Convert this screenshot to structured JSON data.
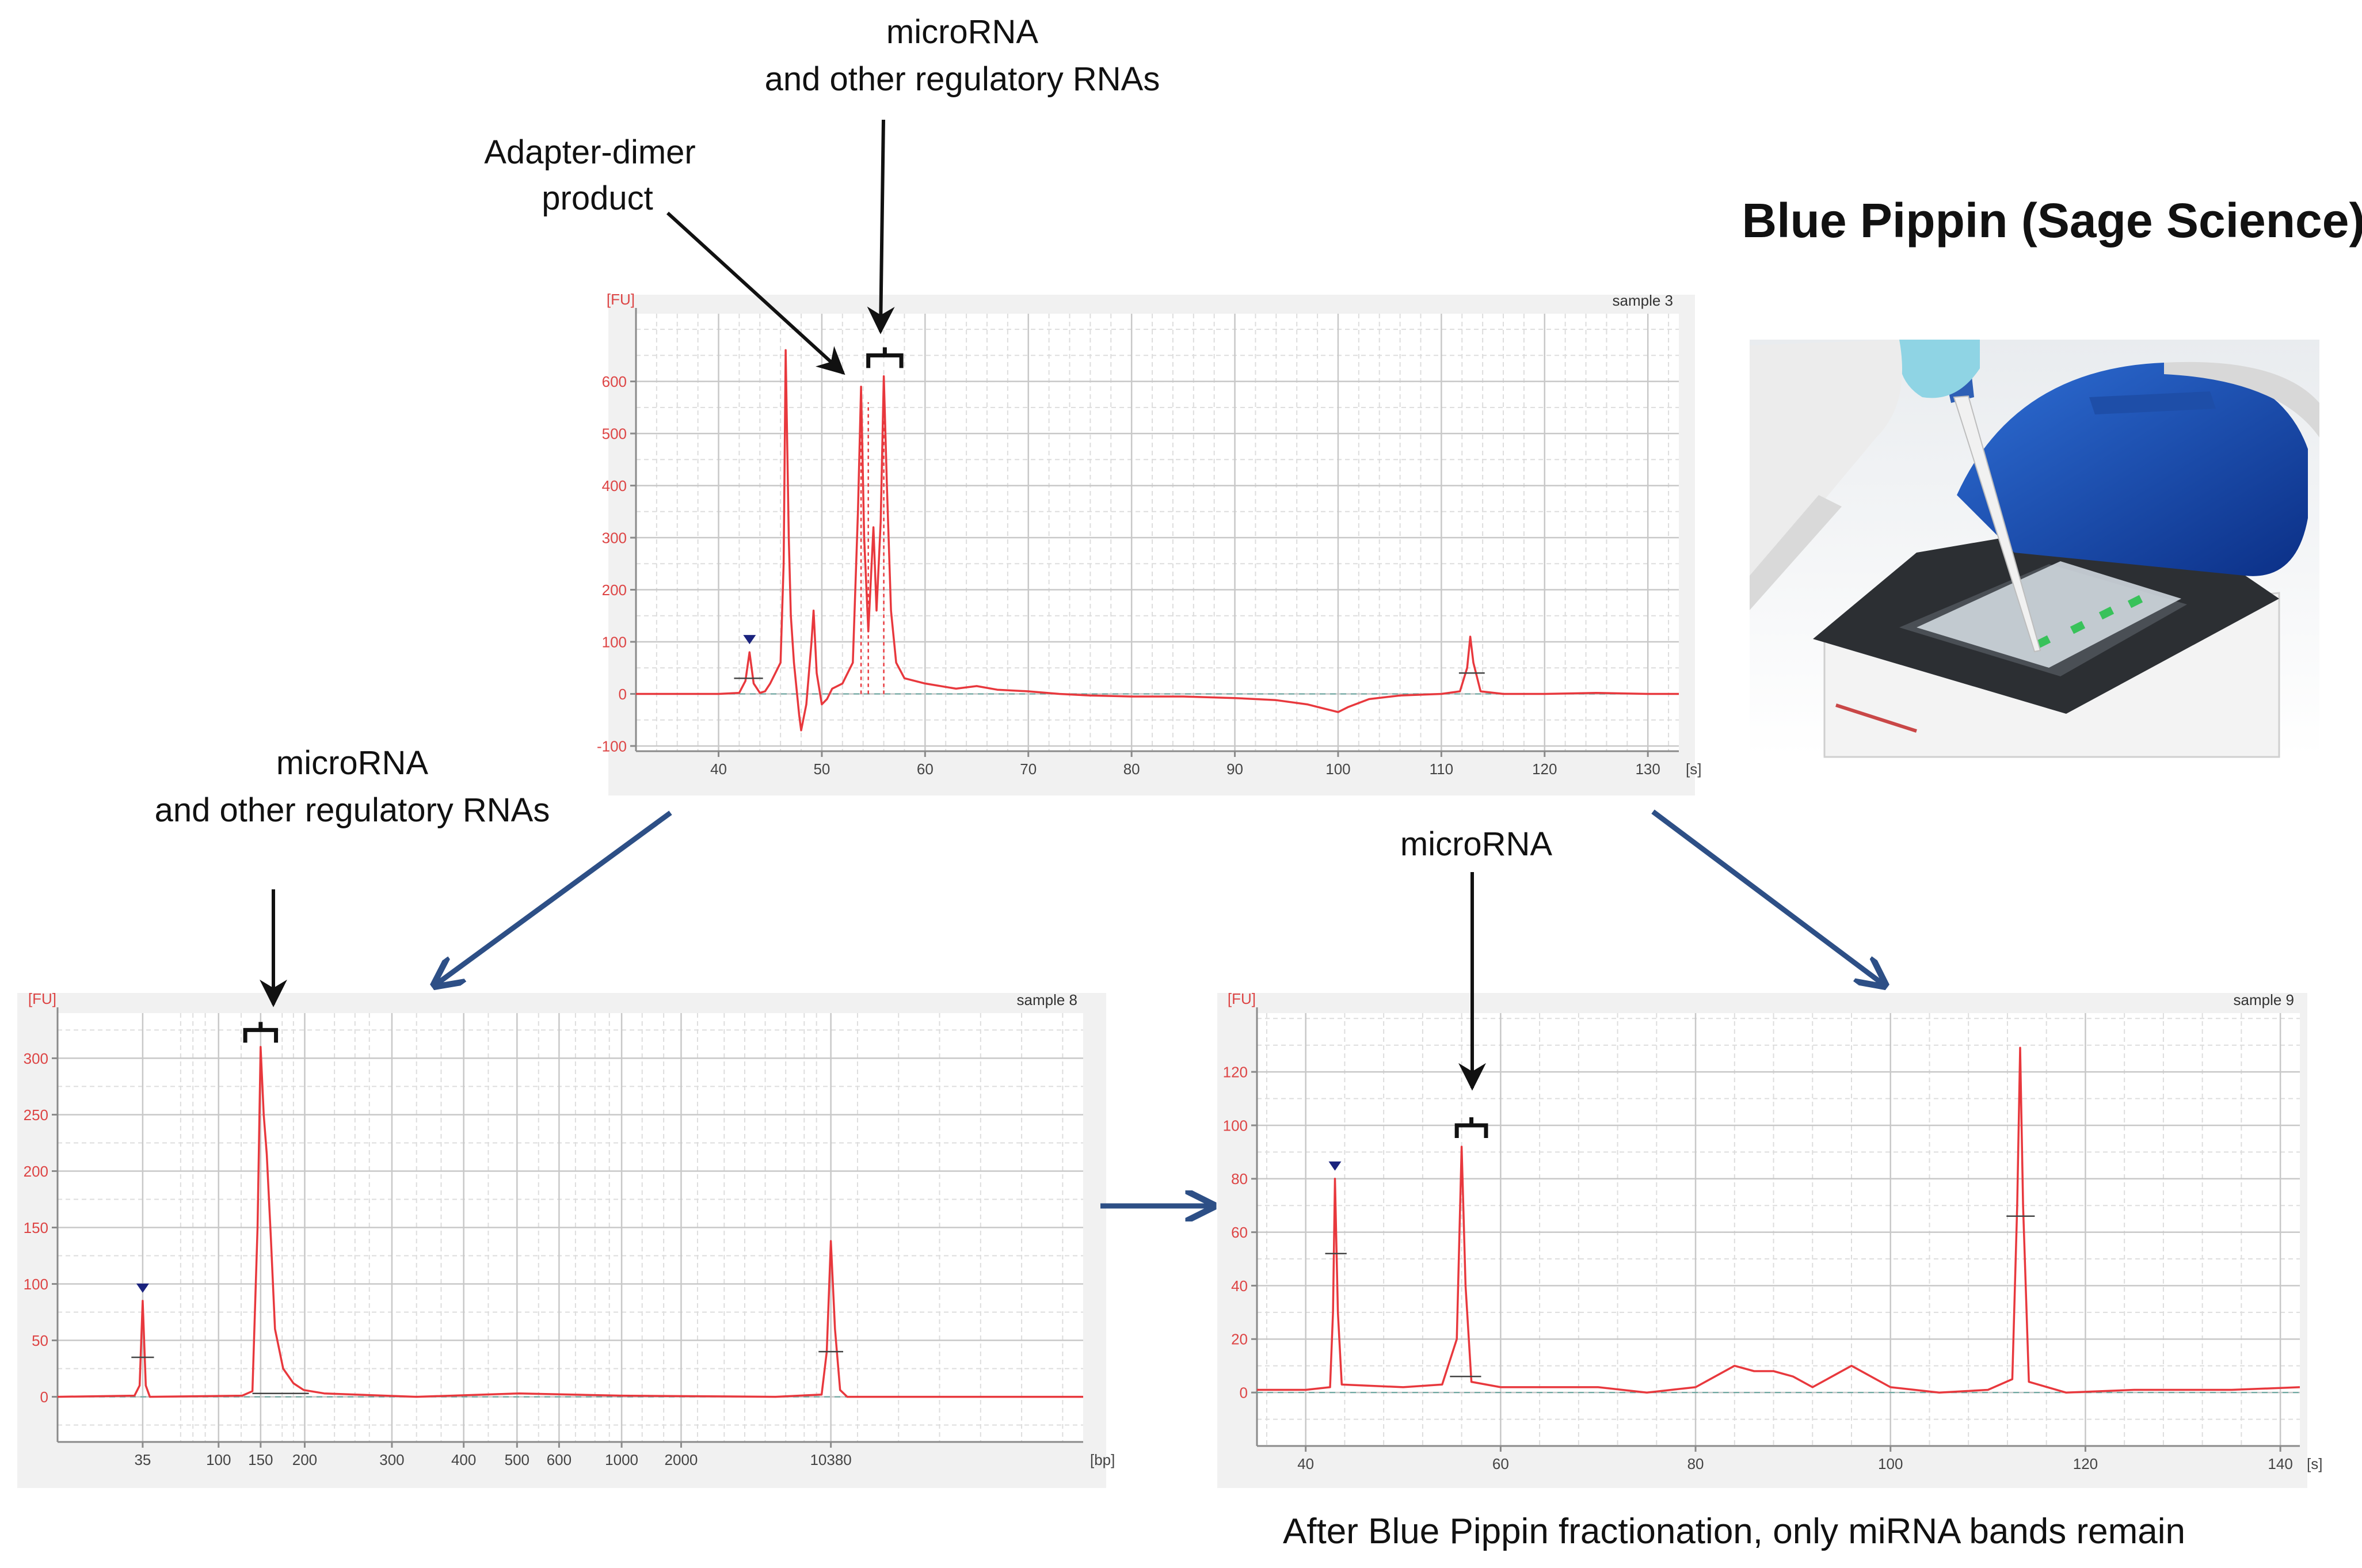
{
  "title": "Blue Pippin (Sage Science)",
  "annotations": {
    "top_mirna_1": "microRNA",
    "top_mirna_2": "and other regulatory RNAs",
    "adapter_1": "Adapter-dimer",
    "adapter_2": "product",
    "left_mirna_1": "microRNA",
    "left_mirna_2": "and other regulatory RNAs",
    "right_mirna": "microRNA",
    "caption": "After Blue Pippin fractionation, only miRNA bands remain"
  },
  "colors": {
    "trace": "#e8383d",
    "grid_major": "#c8c8c8",
    "grid_minor": "#dddddd",
    "frame": "#8a8a8a",
    "flow_arrow": "#2d4f86",
    "marker": "#1a237e",
    "panel_bg": "#f1f1f1"
  },
  "photo": {
    "description_icon": "blue-pippin-instrument-photo"
  },
  "chart_data": [
    {
      "id": "top",
      "type": "line",
      "sample_label": "sample 3",
      "ylabel": "[FU]",
      "xlabel": "[s]",
      "xlim": [
        32,
        133
      ],
      "ylim": [
        -110,
        730
      ],
      "xticks": [
        40,
        50,
        60,
        70,
        80,
        90,
        100,
        110,
        120,
        130
      ],
      "yticks": [
        -100,
        0,
        100,
        200,
        300,
        400,
        500,
        600
      ],
      "series": [
        {
          "points": [
            [
              32,
              0
            ],
            [
              40,
              0
            ],
            [
              42,
              2
            ],
            [
              42.6,
              25
            ],
            [
              43,
              80
            ],
            [
              43.4,
              20
            ],
            [
              44,
              2
            ],
            [
              44.5,
              5
            ],
            [
              45,
              20
            ],
            [
              45.5,
              40
            ],
            [
              46,
              60
            ],
            [
              46.3,
              250
            ],
            [
              46.5,
              660
            ],
            [
              46.8,
              300
            ],
            [
              47,
              150
            ],
            [
              47.3,
              60
            ],
            [
              47.8,
              -40
            ],
            [
              48,
              -70
            ],
            [
              48.5,
              -20
            ],
            [
              49,
              100
            ],
            [
              49.2,
              160
            ],
            [
              49.5,
              40
            ],
            [
              50,
              -20
            ],
            [
              50.5,
              -10
            ],
            [
              51,
              10
            ],
            [
              52,
              20
            ],
            [
              53,
              60
            ],
            [
              53.5,
              350
            ],
            [
              53.8,
              590
            ],
            [
              54.1,
              300
            ],
            [
              54.5,
              120
            ],
            [
              55,
              320
            ],
            [
              55.3,
              160
            ],
            [
              55.7,
              330
            ],
            [
              56,
              610
            ],
            [
              56.3,
              400
            ],
            [
              56.7,
              160
            ],
            [
              57.2,
              60
            ],
            [
              58,
              30
            ],
            [
              60,
              20
            ],
            [
              63,
              10
            ],
            [
              65,
              15
            ],
            [
              67,
              8
            ],
            [
              70,
              5
            ],
            [
              73,
              0
            ],
            [
              76,
              -3
            ],
            [
              80,
              -5
            ],
            [
              85,
              -5
            ],
            [
              90,
              -8
            ],
            [
              94,
              -12
            ],
            [
              97,
              -20
            ],
            [
              99,
              -30
            ],
            [
              100,
              -35
            ],
            [
              101,
              -25
            ],
            [
              103,
              -10
            ],
            [
              106,
              -3
            ],
            [
              110,
              0
            ],
            [
              111.8,
              5
            ],
            [
              112.5,
              50
            ],
            [
              112.8,
              110
            ],
            [
              113.1,
              60
            ],
            [
              113.8,
              5
            ],
            [
              116,
              0
            ],
            [
              120,
              0
            ],
            [
              125,
              2
            ],
            [
              130,
              0
            ],
            [
              133,
              0
            ]
          ]
        }
      ],
      "markers": [
        {
          "x": 43,
          "y": 80,
          "shape": "triangle"
        }
      ],
      "baselines": [
        {
          "x1": 41.5,
          "x2": 44.3,
          "y": 30
        },
        {
          "x1": 111.7,
          "x2": 114.2,
          "y": 40
        }
      ],
      "dashed_verticals": [
        53.8,
        54.5,
        56
      ],
      "brace": {
        "x1": 54.5,
        "x2": 57.7,
        "y": 650
      }
    },
    {
      "id": "left",
      "type": "line",
      "sample_label": "sample 8",
      "ylabel": "[FU]",
      "xlabel": "[bp]",
      "xlim": [
        0,
        100
      ],
      "ylim": [
        -40,
        340
      ],
      "xtick_positions": [
        8.3,
        15.7,
        19.8,
        24.1,
        32.6,
        39.6,
        44.8,
        48.9,
        55.0,
        60.8,
        75.4
      ],
      "xtick_labels": [
        "35",
        "100",
        "150",
        "200",
        "300",
        "400",
        "500",
        "600",
        "1000",
        "2000",
        "10380"
      ],
      "yticks": [
        0,
        50,
        100,
        150,
        200,
        250,
        300
      ],
      "series": [
        {
          "points": [
            [
              0,
              0
            ],
            [
              7.5,
              1
            ],
            [
              8,
              10
            ],
            [
              8.3,
              85
            ],
            [
              8.6,
              10
            ],
            [
              9,
              0
            ],
            [
              18,
              1
            ],
            [
              19,
              5
            ],
            [
              19.5,
              150
            ],
            [
              19.8,
              310
            ],
            [
              20.1,
              250
            ],
            [
              20.4,
              215
            ],
            [
              20.8,
              140
            ],
            [
              21.2,
              60
            ],
            [
              22,
              25
            ],
            [
              23,
              12
            ],
            [
              24,
              6
            ],
            [
              26,
              3
            ],
            [
              35,
              0
            ],
            [
              45,
              3
            ],
            [
              55,
              1
            ],
            [
              70,
              0
            ],
            [
              74.5,
              2
            ],
            [
              75,
              40
            ],
            [
              75.4,
              138
            ],
            [
              75.8,
              60
            ],
            [
              76.3,
              6
            ],
            [
              77,
              0
            ],
            [
              90,
              0
            ],
            [
              100,
              0
            ]
          ]
        }
      ],
      "markers": [
        {
          "x": 8.3,
          "y": 85,
          "shape": "triangle"
        }
      ],
      "baselines": [
        {
          "x1": 7.2,
          "x2": 9.4,
          "y": 35
        },
        {
          "x1": 19.0,
          "x2": 24.5,
          "y": 3
        },
        {
          "x1": 74.2,
          "x2": 76.6,
          "y": 40
        }
      ],
      "dashed_verticals": [],
      "brace": {
        "x1": 18.3,
        "x2": 21.3,
        "y": 325
      }
    },
    {
      "id": "right",
      "type": "line",
      "sample_label": "sample 9",
      "ylabel": "[FU]",
      "xlabel": "[s]",
      "xlim": [
        35,
        142
      ],
      "ylim": [
        -20,
        142
      ],
      "xticks": [
        40,
        60,
        80,
        100,
        120,
        140
      ],
      "yticks": [
        0,
        20,
        40,
        60,
        80,
        100,
        120
      ],
      "series": [
        {
          "points": [
            [
              35,
              1
            ],
            [
              40,
              1
            ],
            [
              42.5,
              2
            ],
            [
              42.8,
              30
            ],
            [
              43,
              80
            ],
            [
              43.3,
              30
            ],
            [
              43.7,
              3
            ],
            [
              50,
              2
            ],
            [
              54,
              3
            ],
            [
              55.5,
              20
            ],
            [
              56,
              92
            ],
            [
              56.4,
              40
            ],
            [
              57,
              4
            ],
            [
              60,
              2
            ],
            [
              70,
              2
            ],
            [
              75,
              0
            ],
            [
              80,
              2
            ],
            [
              82,
              6
            ],
            [
              84,
              10
            ],
            [
              86,
              8
            ],
            [
              88,
              8
            ],
            [
              90,
              6
            ],
            [
              92,
              2
            ],
            [
              94,
              6
            ],
            [
              96,
              10
            ],
            [
              98,
              6
            ],
            [
              100,
              2
            ],
            [
              105,
              0
            ],
            [
              110,
              1
            ],
            [
              112.5,
              5
            ],
            [
              113,
              70
            ],
            [
              113.3,
              129
            ],
            [
              113.6,
              70
            ],
            [
              114.2,
              4
            ],
            [
              118,
              0
            ],
            [
              125,
              1
            ],
            [
              135,
              1
            ],
            [
              142,
              2
            ]
          ]
        }
      ],
      "markers": [
        {
          "x": 43,
          "y": 80,
          "shape": "triangle"
        }
      ],
      "baselines": [
        {
          "x1": 42,
          "x2": 44.2,
          "y": 52
        },
        {
          "x1": 54.8,
          "x2": 58,
          "y": 6
        },
        {
          "x1": 111.9,
          "x2": 114.8,
          "y": 66
        }
      ],
      "dashed_verticals": [],
      "brace": {
        "x1": 55.5,
        "x2": 58.5,
        "y": 100
      }
    }
  ]
}
